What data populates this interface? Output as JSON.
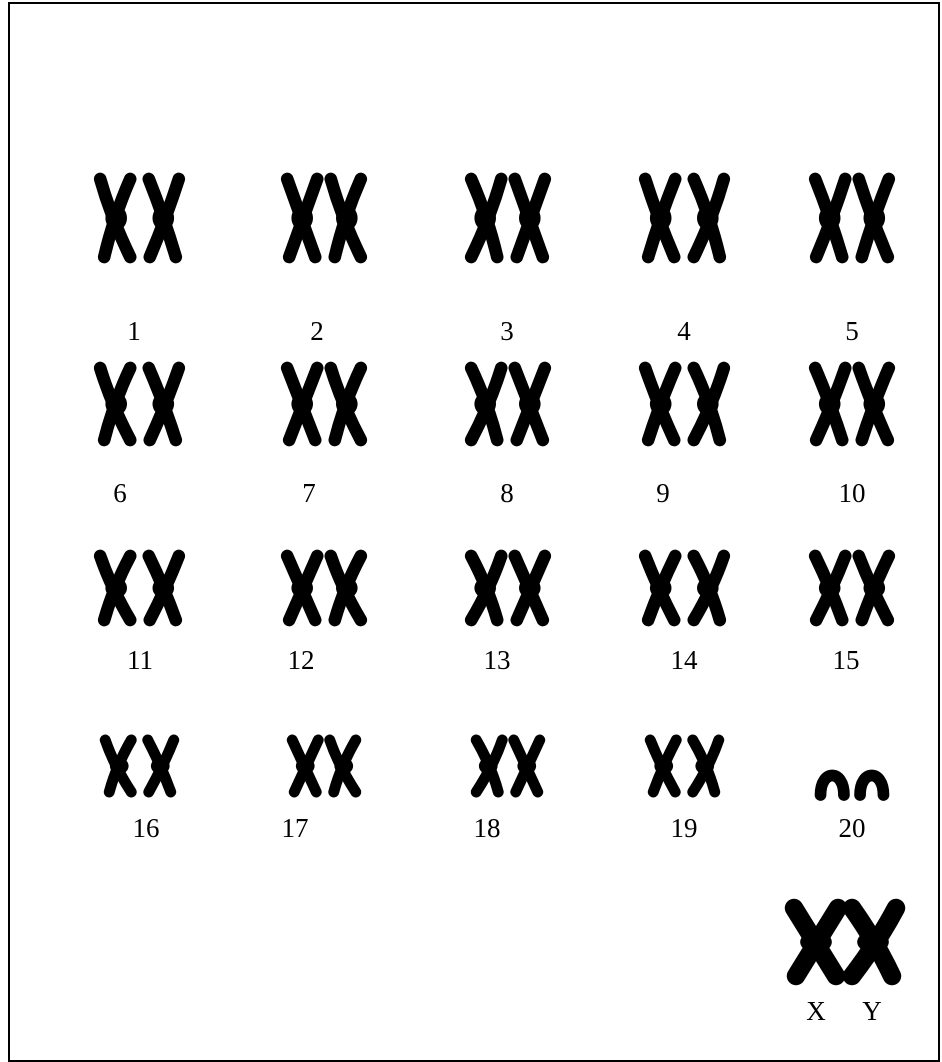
{
  "figure": {
    "description_free": true,
    "colors": {
      "chromosome": "#000000",
      "background": "#ffffff",
      "border": "#000000"
    }
  },
  "karyotype": {
    "pairs": [
      {
        "label": "1",
        "shape": "x"
      },
      {
        "label": "2",
        "shape": "x"
      },
      {
        "label": "3",
        "shape": "x"
      },
      {
        "label": "4",
        "shape": "x"
      },
      {
        "label": "5",
        "shape": "x"
      },
      {
        "label": "6",
        "shape": "x"
      },
      {
        "label": "7",
        "shape": "x"
      },
      {
        "label": "8",
        "shape": "x"
      },
      {
        "label": "9",
        "shape": "x"
      },
      {
        "label": "10",
        "shape": "x"
      },
      {
        "label": "11",
        "shape": "x"
      },
      {
        "label": "12",
        "shape": "x"
      },
      {
        "label": "13",
        "shape": "x"
      },
      {
        "label": "14",
        "shape": "x"
      },
      {
        "label": "15",
        "shape": "x"
      },
      {
        "label": "16",
        "shape": "x"
      },
      {
        "label": "17",
        "shape": "x"
      },
      {
        "label": "18",
        "shape": "x"
      },
      {
        "label": "19",
        "shape": "x"
      },
      {
        "label": "20",
        "shape": "arch"
      }
    ],
    "sex_chromosomes": [
      {
        "label": "X",
        "shape": "x-fat"
      },
      {
        "label": "Y",
        "shape": "x-fat"
      }
    ]
  }
}
